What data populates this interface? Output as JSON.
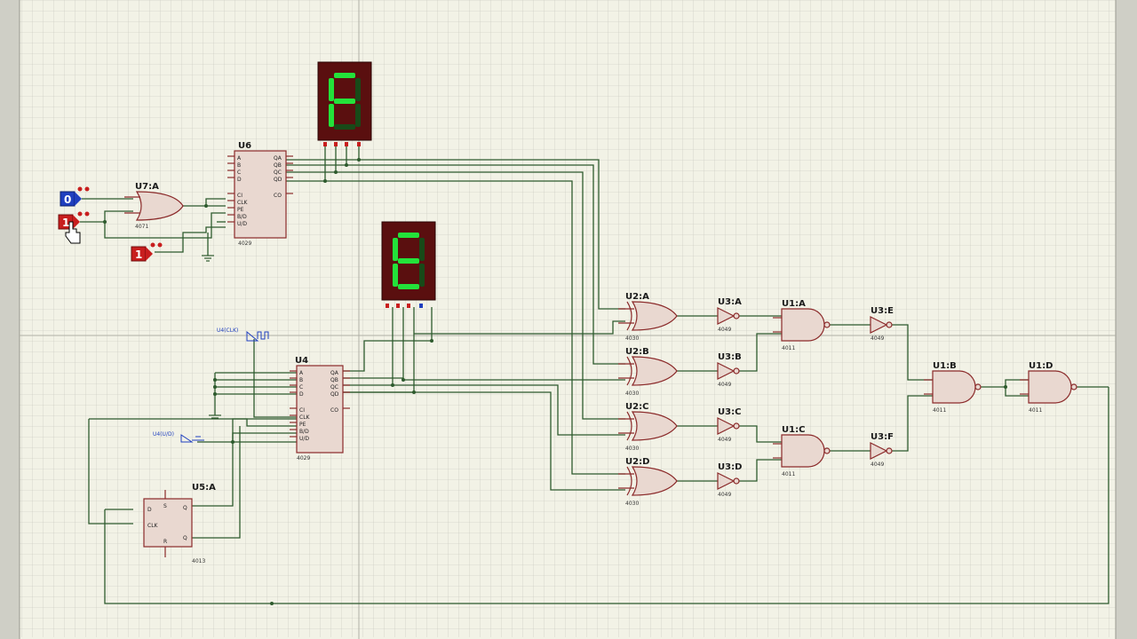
{
  "chips": {
    "u7a": {
      "ref": "U7:A",
      "part": "4071"
    },
    "u6": {
      "ref": "U6",
      "part": "4029",
      "pins_left": [
        "A",
        "B",
        "C",
        "D",
        "CI",
        "CLK",
        "PE",
        "B/D",
        "U/D"
      ],
      "pins_right": [
        "QA",
        "QB",
        "QC",
        "QD",
        "CO"
      ]
    },
    "u4": {
      "ref": "U4",
      "part": "4029",
      "pins_left": [
        "A",
        "B",
        "C",
        "D",
        "CI",
        "CLK",
        "PE",
        "B/D",
        "U/D"
      ],
      "pins_right": [
        "QA",
        "QB",
        "QC",
        "QD",
        "CO"
      ]
    },
    "u5a": {
      "ref": "U5:A",
      "part": "4013",
      "pins": [
        "D",
        "CLK",
        "S",
        "R",
        "Q",
        "Q"
      ]
    },
    "u2a": {
      "ref": "U2:A",
      "part": "4030"
    },
    "u2b": {
      "ref": "U2:B",
      "part": "4030"
    },
    "u2c": {
      "ref": "U2:C",
      "part": "4030"
    },
    "u2d": {
      "ref": "U2:D",
      "part": "4030"
    },
    "u3a": {
      "ref": "U3:A",
      "part": "4049"
    },
    "u3b": {
      "ref": "U3:B",
      "part": "4049"
    },
    "u3c": {
      "ref": "U3:C",
      "part": "4049"
    },
    "u3d": {
      "ref": "U3:D",
      "part": "4049"
    },
    "u3e": {
      "ref": "U3:E",
      "part": "4049"
    },
    "u3f": {
      "ref": "U3:F",
      "part": "4049"
    },
    "u1a": {
      "ref": "U1:A",
      "part": "4011"
    },
    "u1b": {
      "ref": "U1:B",
      "part": "4011"
    },
    "u1c": {
      "ref": "U1:C",
      "part": "4011"
    },
    "u1d": {
      "ref": "U1:D",
      "part": "4011"
    }
  },
  "logic_states": {
    "state_1": "0",
    "state_2": "1",
    "state_3": "1"
  },
  "generators": {
    "clk": "U4(CLK)",
    "ud": "U4(U/D)"
  },
  "displays": {
    "top_digit": "F",
    "mid_digit": "E"
  },
  "colors": {
    "background": "#dcdcd4",
    "wire": "#2d5a2d",
    "component": "#8b2a2a",
    "segment_on": "#23e23a",
    "display_body": "#5a0f0f",
    "logic_low": "#1f3fbf",
    "logic_high": "#c81e1e"
  }
}
